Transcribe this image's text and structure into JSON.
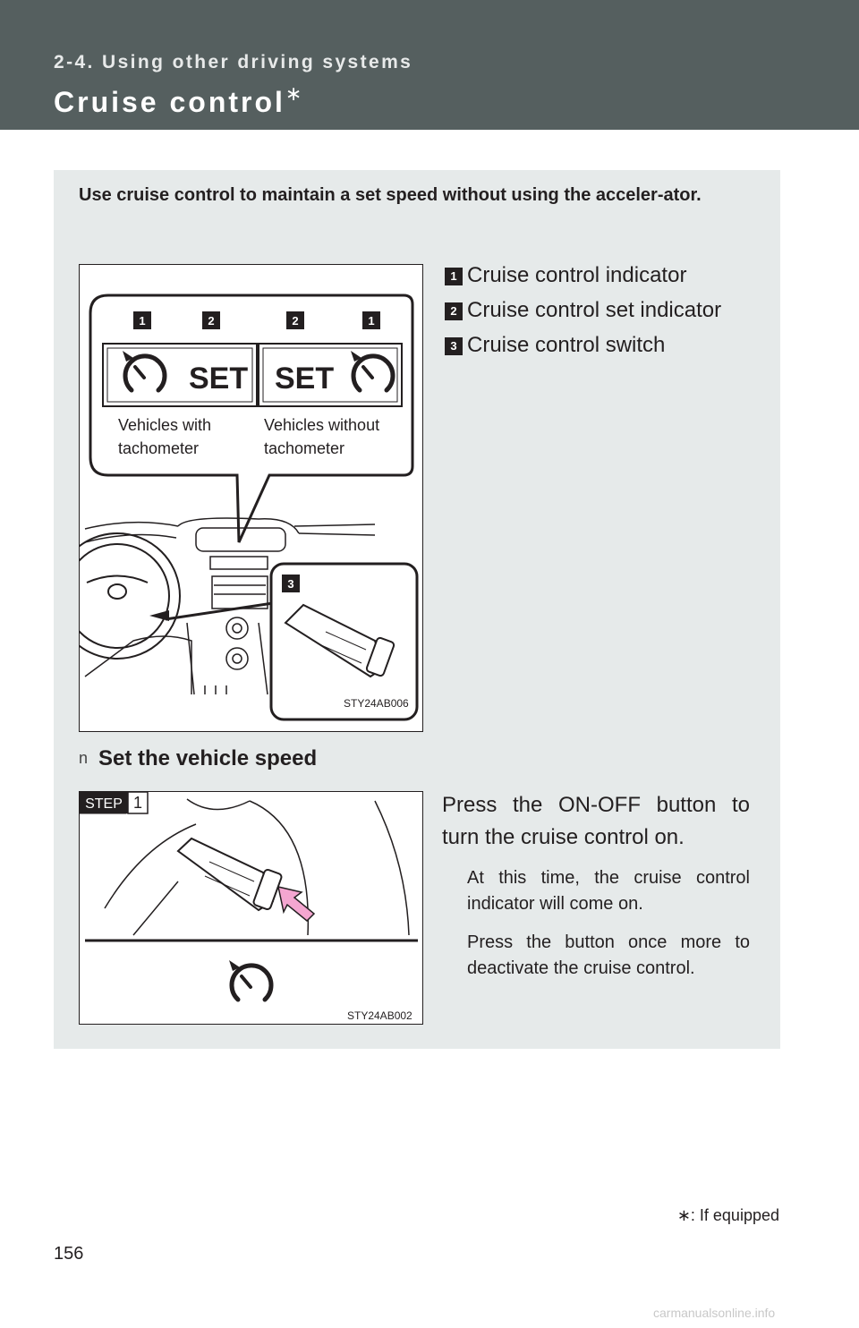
{
  "header": {
    "section": "2-4. Using other driving systems",
    "title": "Cruise control",
    "title_mark": "∗"
  },
  "intro": "Use cruise control to maintain a set speed without using the acceler-ator.",
  "legend": [
    {
      "num": "1",
      "label": "Cruise control indicator"
    },
    {
      "num": "2",
      "label": "Cruise control set indicator"
    },
    {
      "num": "3",
      "label": "Cruise control switch"
    }
  ],
  "figure1": {
    "callouts": [
      "1",
      "2",
      "2",
      "1"
    ],
    "set_text": "SET",
    "caption_left_1": "Vehicles  with",
    "caption_left_2": "tachometer",
    "caption_right_1": "Vehicles  without",
    "caption_right_2": "tachometer",
    "switch_callout": "3",
    "code": "STY24AB006"
  },
  "subhead": {
    "bullet": "n",
    "text": "Set the vehicle speed"
  },
  "figure2": {
    "step_label": "STEP",
    "step_num": "1",
    "code": "STY24AB002"
  },
  "step1": {
    "text": "Press the ON-OFF button to turn the cruise control on.",
    "note1": "At this time, the cruise control indicator will come on.",
    "note2": "Press the button once more to deactivate the cruise control."
  },
  "footnote": {
    "mark": "∗",
    "text": ": If equipped"
  },
  "page_number": "156",
  "watermark": "carmanualsonline.info",
  "colors": {
    "header": "#555f5f",
    "panel": "#e6eaea",
    "arrow": "#f4a6d0"
  }
}
